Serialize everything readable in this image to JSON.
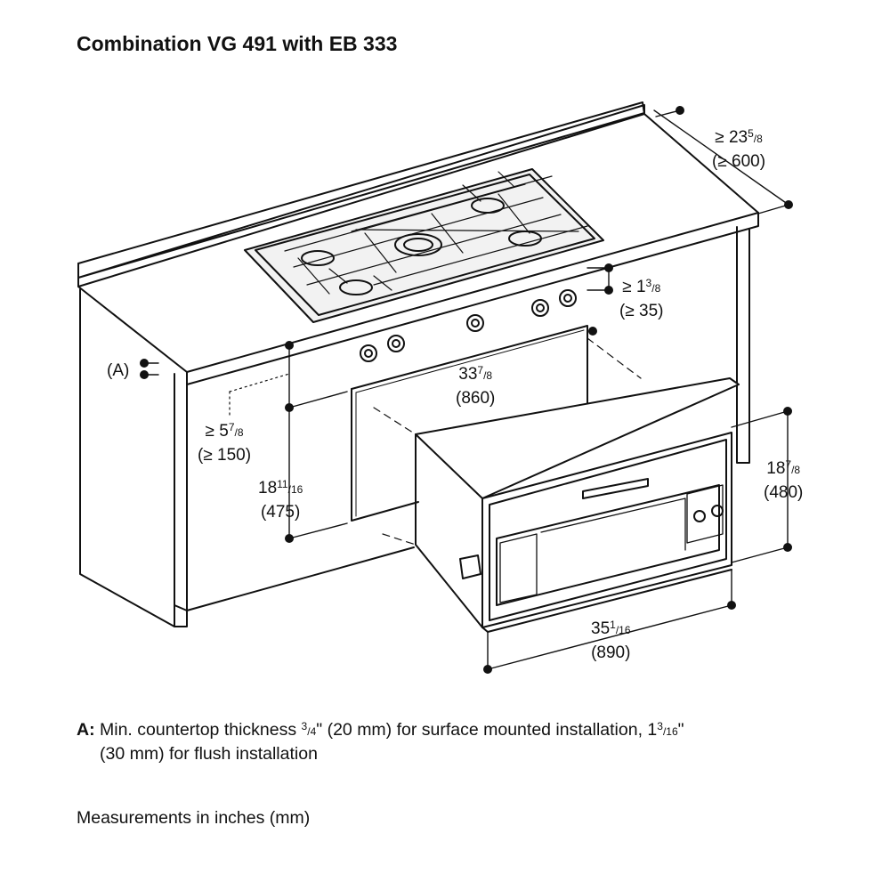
{
  "title": "Combination VG 491 with EB 333",
  "dimensions": {
    "depth": {
      "sym": "≥ 23",
      "num": "5",
      "den": "8",
      "mm": "(≥ 600)"
    },
    "rear_gap": {
      "sym": "≥ 1",
      "num": "3",
      "den": "8",
      "mm": "(≥ 35)"
    },
    "opening_w": {
      "sym": "33",
      "num": "7",
      "den": "8",
      "mm": "(860)"
    },
    "top_gap": {
      "sym": "≥ 5",
      "num": "7",
      "den": "8",
      "mm": "(≥ 150)"
    },
    "opening_h": {
      "sym": "18",
      "num": "11",
      "den": "16",
      "mm": "(475)"
    },
    "oven_h": {
      "sym": "18",
      "num": "7",
      "den": "8",
      "mm": "(480)"
    },
    "oven_w": {
      "sym": "35",
      "num": "1",
      "den": "16",
      "mm": "(890)"
    },
    "a_marker": "(A)"
  },
  "note": {
    "key": "A:",
    "line1_pre": "Min. countertop thickness ",
    "frac1_num": "3",
    "frac1_den": "4",
    "line1_mid": "\" (20 mm) for surface mounted installation, 1",
    "frac2_num": "3",
    "frac2_den": "16",
    "line1_post": "\"",
    "line2": "(30 mm) for flush installation"
  },
  "footer": "Measurements in inches (mm)"
}
